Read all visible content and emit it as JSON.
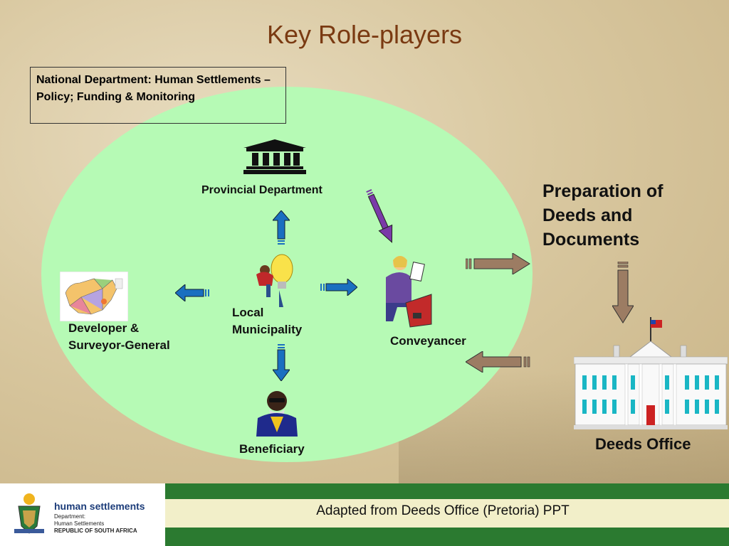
{
  "slide": {
    "title": "Key Role-players",
    "national_box": "National Department: Human Settlements – Policy; Funding & Monitoring"
  },
  "nodes": {
    "provincial": "Provincial Department",
    "local": "Local Municipality",
    "developer": "Developer & Surveyor-General",
    "conveyancer": "Conveyancer",
    "beneficiary": "Beneficiary",
    "preparation": "Preparation of Deeds and Documents",
    "deeds_office": "Deeds Office"
  },
  "footer": {
    "credit": "Adapted from Deeds Office (Pretoria) PPT",
    "logo_title": "human settlements",
    "logo_line1": "Department:",
    "logo_line2": "Human Settlements",
    "logo_line3": "REPUBLIC OF SOUTH AFRICA"
  },
  "colors": {
    "title": "#7a3a12",
    "circle": "#b6fab5",
    "arrow_blue": "#1a6fc0",
    "arrow_purple": "#7a3aa8",
    "arrow_tan": "#9c7c63",
    "footer_green": "#2b7a30"
  },
  "icons": [
    "government-building-icon",
    "lightbulb-person-icon",
    "map-icon",
    "conveyancer-person-icon",
    "beneficiary-person-icon",
    "deeds-office-building-icon"
  ]
}
